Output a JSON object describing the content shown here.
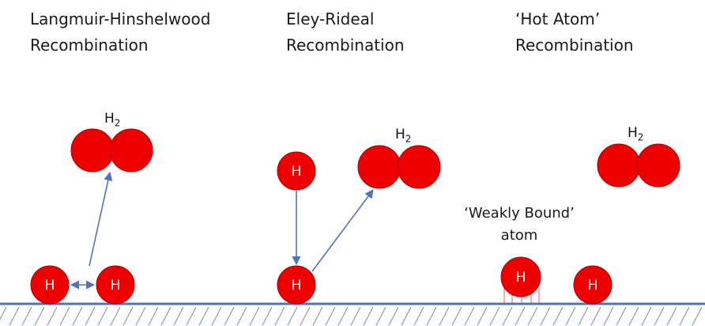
{
  "titles": {
    "langmuir": "Langmuir-Hinshelwood\nRecombination",
    "eley": "Eley-Rideal\nRecombination",
    "hot_atom": "‘Hot Atom’\nRecombination"
  },
  "molecule": {
    "symbol": "H",
    "subscript": "2"
  },
  "atom_label": "H",
  "weakly_bound_note": "‘Weakly Bound’\natom",
  "colors": {
    "atom_fill": "#ee0000",
    "atom_stroke": "#b00000",
    "arrow": "#4f74b8",
    "surface": "#4f74b8",
    "hatch": "#6f8cc4"
  }
}
